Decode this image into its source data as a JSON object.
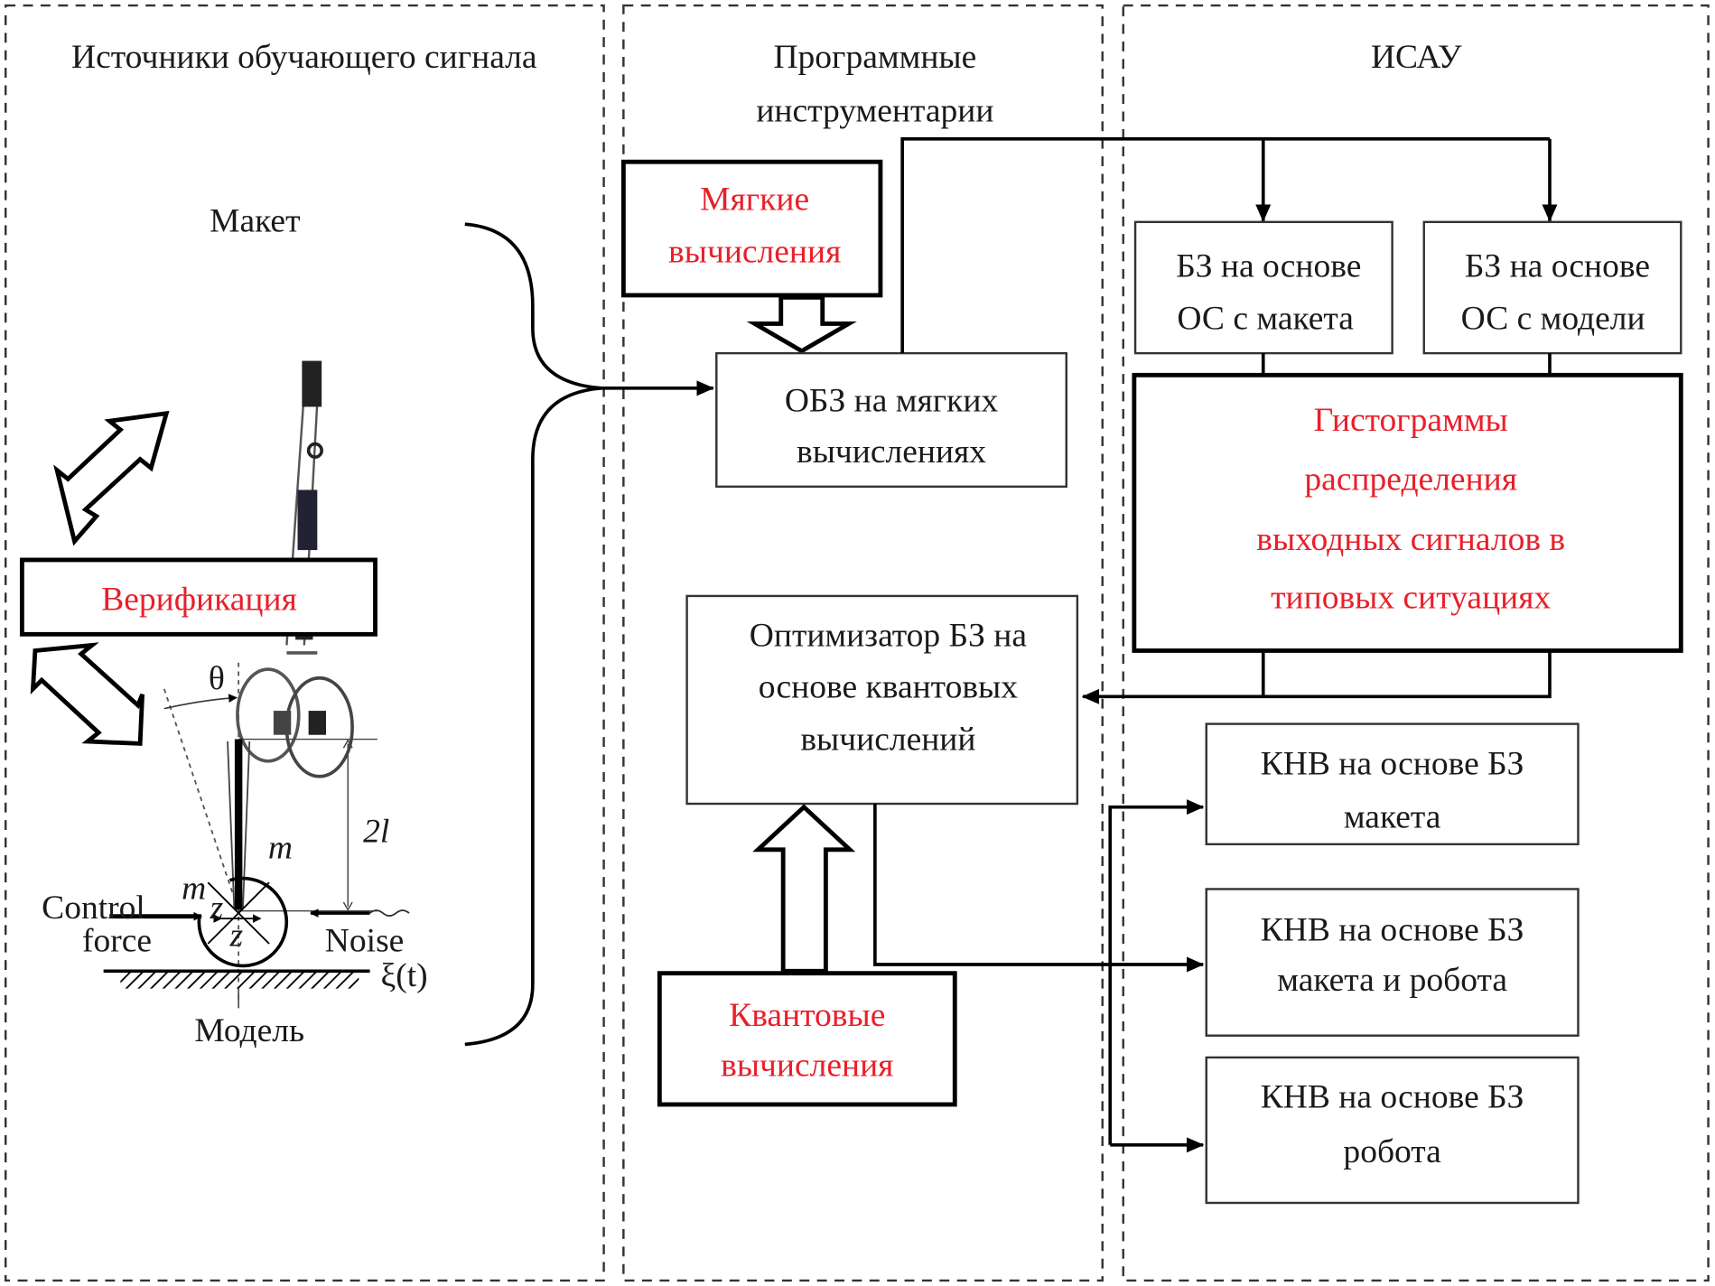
{
  "colors": {
    "accent_text": "#e8202a",
    "lines": "#000000"
  },
  "panels": {
    "sources": {
      "title": "Источники обучающего сигнала"
    },
    "tools": {
      "title_line1": "Программные",
      "title_line2": "инструментарии"
    },
    "isau": {
      "title": "ИСАУ"
    }
  },
  "sources": {
    "maket_label": "Макет",
    "verification": "Верификация",
    "model_label": "Модель",
    "pendulum": {
      "theta": "θ",
      "length": "2l",
      "mass_pole": "m",
      "mass_wheel": "m",
      "z_upper": "z",
      "z_lower": "z",
      "control_line1": "Control",
      "control_line2": "force",
      "noise": "Noise",
      "noise_fn": "ξ(t)"
    }
  },
  "tools": {
    "soft_computing": {
      "line1": "Мягкие",
      "line2": "вычисления"
    },
    "obz": {
      "line1": "ОБЗ на мягких",
      "line2": "вычислениях"
    },
    "optimizer": {
      "line1": "Оптимизатор БЗ на",
      "line2": "основе квантовых",
      "line3": "вычислений"
    },
    "quantum": {
      "line1": "Квантовые",
      "line2": "вычисления"
    }
  },
  "isau": {
    "kb_maket": {
      "line1": "БЗ на основе",
      "line2": "ОС с макета"
    },
    "kb_model": {
      "line1": "БЗ на основе",
      "line2": "ОС с модели"
    },
    "histograms": {
      "line1": "Гистограммы",
      "line2": "распределения",
      "line3": "выходных сигналов в",
      "line4": "типовых ситуациях"
    },
    "knv": [
      {
        "line1": "КНВ на основе БЗ",
        "line2": "макета"
      },
      {
        "line1": "КНВ на основе БЗ",
        "line2": "макета и робота"
      },
      {
        "line1": "КНВ на основе БЗ",
        "line2": "робота"
      }
    ]
  }
}
